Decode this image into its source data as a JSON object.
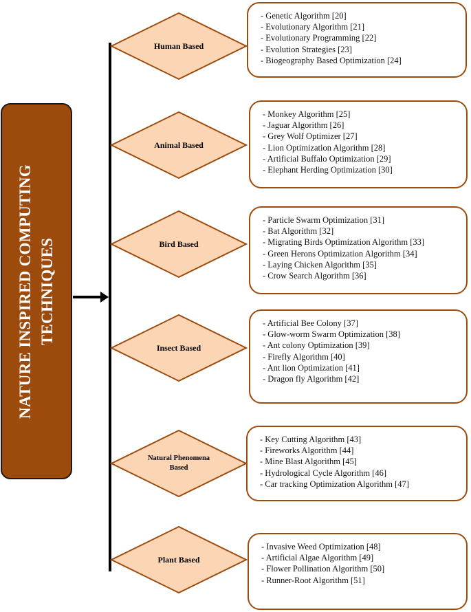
{
  "title": {
    "line1": "NATURE INSPIRED COMPUTING",
    "line2": "TECHNIQUES"
  },
  "colors": {
    "title_fill": "#9c4b0c",
    "diamond_fill": "#fcd5b4",
    "diamond_stroke": "#9c4b0c",
    "box_border": "#9c4b0c"
  },
  "categories": [
    {
      "label": "Human Based",
      "items": [
        "- Genetic Algorithm [20]",
        "- Evolutionary Algorithm [21]",
        "- Evolutionary Programming [22]",
        "- Evolution Strategies [23]",
        "- Biogeography Based Optimization [24]"
      ]
    },
    {
      "label": "Animal Based",
      "items": [
        "- Monkey Algorithm [25]",
        "- Jaguar Algorithm [26]",
        "- Grey Wolf Optimizer [27]",
        "- Lion Optimization Algorithm [28]",
        "- Artificial Buffalo Optimization [29]",
        "- Elephant Herding Optimization [30]"
      ]
    },
    {
      "label": "Bird Based",
      "items": [
        "- Particle Swarm Optimization [31]",
        "- Bat Algorithm [32]",
        "- Migrating Birds Optimization Algorithm [33]",
        "- Green Herons Optimization Algorithm [34]",
        "- Laying Chicken Algorithm [35]",
        "- Crow Search Algorithm [36]"
      ]
    },
    {
      "label": "Insect Based",
      "items": [
        "- Artificial Bee Colony [37]",
        "- Glow-worm Swarm Optimization [38]",
        "- Ant colony Optimization [39]",
        "- Firefly Algorithm [40]",
        "- Ant lion Optimization [41]",
        "- Dragon fly Algorithm [42]"
      ]
    },
    {
      "label": "Natural Phenomena Based",
      "items": [
        "- Key Cutting Algorithm [43]",
        "- Fireworks Algorithm [44]",
        "- Mine Blast Algorithm [45]",
        "- Hydrological Cycle Algorithm [46]",
        "- Car tracking Optimization Algorithm [47]"
      ]
    },
    {
      "label": "Plant Based",
      "items": [
        "- Invasive Weed Optimization [48]",
        "- Artificial Algae Algorithm [49]",
        "- Flower Pollination Algorithm [50]",
        "- Runner-Root Algorithm [51]"
      ]
    }
  ]
}
